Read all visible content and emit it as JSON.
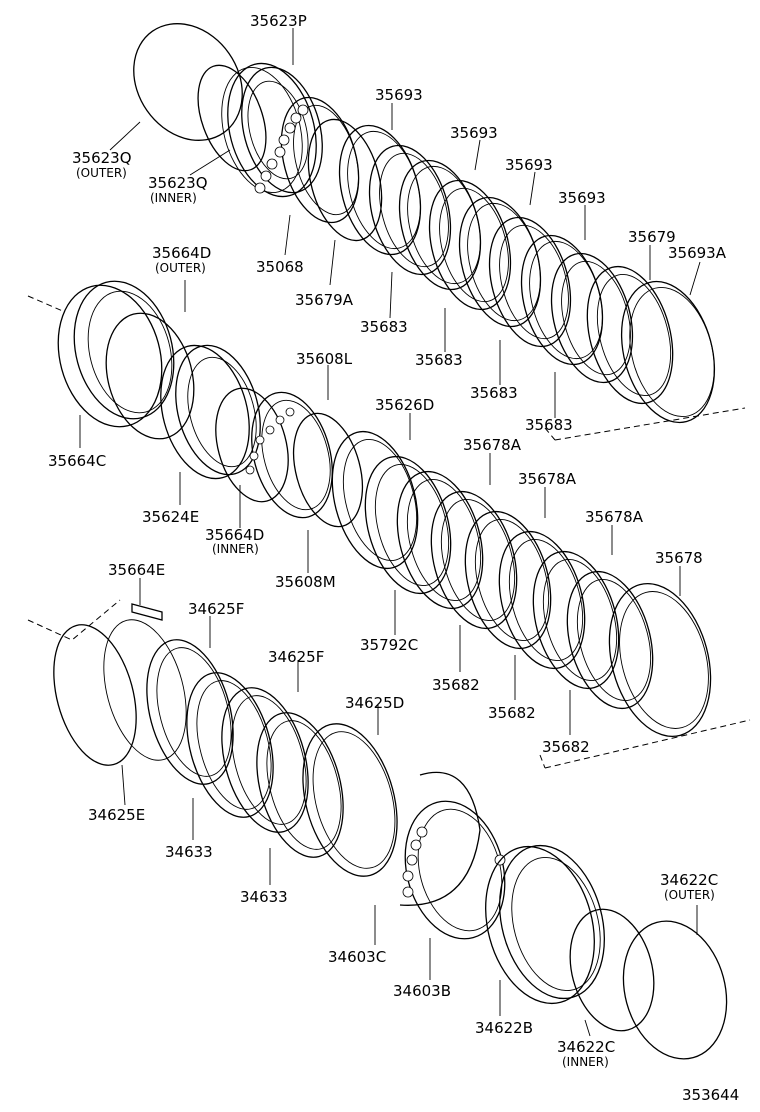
{
  "diagram": {
    "drawing_number": "353644",
    "callouts": [
      {
        "id": "c1",
        "text": "35623P"
      },
      {
        "id": "c2",
        "text": "35623Q",
        "sub": "(OUTER)"
      },
      {
        "id": "c3",
        "text": "35623Q",
        "sub": "(INNER)"
      },
      {
        "id": "c4",
        "text": "35693"
      },
      {
        "id": "c5",
        "text": "35693"
      },
      {
        "id": "c6",
        "text": "35693"
      },
      {
        "id": "c7",
        "text": "35693"
      },
      {
        "id": "c8",
        "text": "35068"
      },
      {
        "id": "c9",
        "text": "35679A"
      },
      {
        "id": "c10",
        "text": "35679"
      },
      {
        "id": "c11",
        "text": "35693A"
      },
      {
        "id": "c12",
        "text": "35683"
      },
      {
        "id": "c13",
        "text": "35683"
      },
      {
        "id": "c14",
        "text": "35683"
      },
      {
        "id": "c15",
        "text": "35683"
      },
      {
        "id": "c16",
        "text": "35664D",
        "sub": "(OUTER)"
      },
      {
        "id": "c17",
        "text": "35608L"
      },
      {
        "id": "c18",
        "text": "35626D"
      },
      {
        "id": "c19",
        "text": "35664C"
      },
      {
        "id": "c20",
        "text": "35678A"
      },
      {
        "id": "c21",
        "text": "35678A"
      },
      {
        "id": "c22",
        "text": "35678A"
      },
      {
        "id": "c23",
        "text": "35678"
      },
      {
        "id": "c24",
        "text": "35624E"
      },
      {
        "id": "c25",
        "text": "35664D",
        "sub": "(INNER)"
      },
      {
        "id": "c26",
        "text": "35608M"
      },
      {
        "id": "c27",
        "text": "35792C"
      },
      {
        "id": "c28",
        "text": "35682"
      },
      {
        "id": "c29",
        "text": "35682"
      },
      {
        "id": "c30",
        "text": "35682"
      },
      {
        "id": "c31",
        "text": "35664E"
      },
      {
        "id": "c32",
        "text": "34625F"
      },
      {
        "id": "c33",
        "text": "34625F"
      },
      {
        "id": "c34",
        "text": "34625D"
      },
      {
        "id": "c35",
        "text": "34625E"
      },
      {
        "id": "c36",
        "text": "34633"
      },
      {
        "id": "c37",
        "text": "34633"
      },
      {
        "id": "c38",
        "text": "34603C"
      },
      {
        "id": "c39",
        "text": "34603B"
      },
      {
        "id": "c40",
        "text": "34622B"
      },
      {
        "id": "c41",
        "text": "34622C",
        "sub": "(OUTER)"
      },
      {
        "id": "c42",
        "text": "34622C",
        "sub": "(INNER)"
      }
    ]
  }
}
